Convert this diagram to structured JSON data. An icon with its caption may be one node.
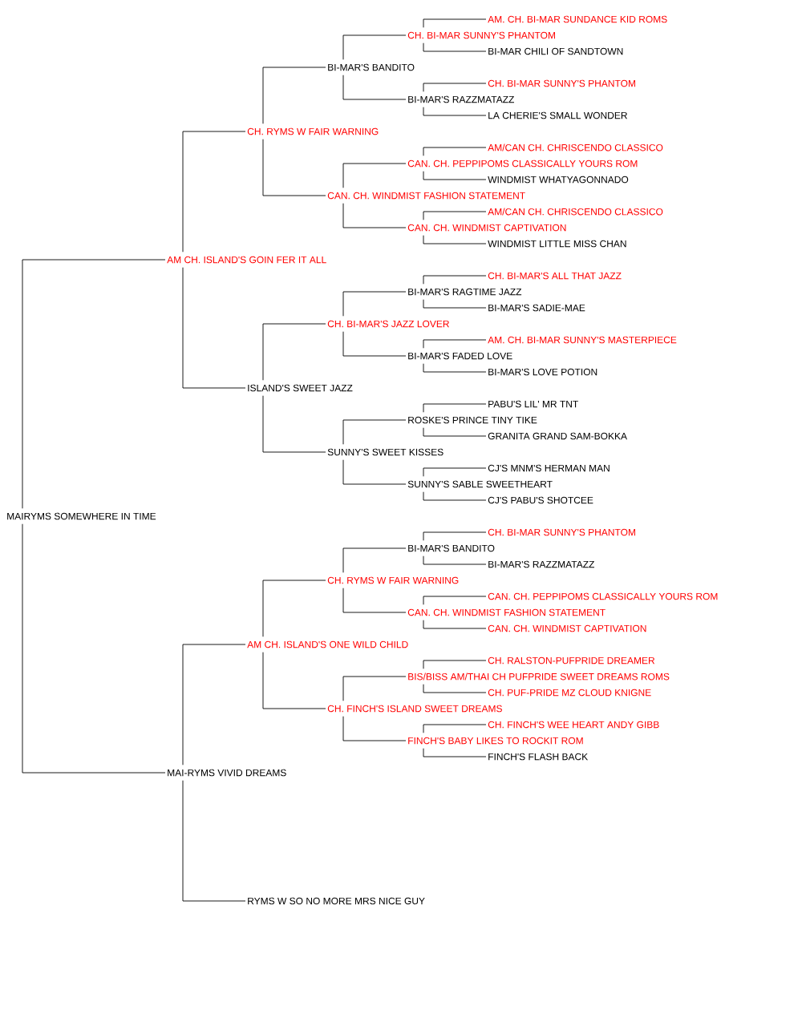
{
  "diagram": {
    "nodes": [
      {
        "text": [
          "AM. CH. BI-MAR SUNDANCE KID ROMS"
        ]
      },
      {
        "text": [
          "CH. BI-MAR SUNNY'S PHANTOM"
        ]
      },
      {
        "text": [
          "BI-MAR CHILI OF SANDTOWN"
        ]
      },
      {
        "text": [
          "BI-MAR'S BANDITO"
        ]
      },
      {
        "text": [
          "CH. BI-MAR SUNNY'S PHANTOM"
        ]
      },
      {
        "text": [
          "BI-MAR'S RAZZMATAZZ"
        ]
      },
      {
        "text": [
          "LA CHERIE'S SMALL WONDER"
        ]
      },
      {
        "text": [
          "CH. RYMS W FAIR WARNING"
        ]
      },
      {
        "text": [
          "AM/CAN CH. CHRISCENDO CLASSICO"
        ]
      },
      {
        "text": [
          "CAN. CH. PEPPIPOMS CLASSICALLY YOURS ROM"
        ]
      },
      {
        "text": [
          "WINDMIST WHATYAGONNADO"
        ]
      },
      {
        "text": [
          "CAN. CH. WINDMIST FASHION STATEMENT"
        ]
      },
      {
        "text": [
          "AM/CAN CH. CHRISCENDO CLASSICO"
        ]
      },
      {
        "text": [
          "CAN. CH. WINDMIST CAPTIVATION"
        ]
      },
      {
        "text": [
          "WINDMIST LITTLE MISS CHAN"
        ]
      },
      {
        "text": [
          "AM CH. ISLAND'S GOIN FER IT ALL"
        ]
      },
      {
        "text": [
          "CH. BI-MAR'S ALL THAT JAZZ"
        ]
      },
      {
        "text": [
          "BI-MAR'S RAGTIME JAZZ"
        ]
      },
      {
        "text": [
          "BI-MAR'S SADIE-MAE"
        ]
      },
      {
        "text": [
          "CH. BI-MAR'S JAZZ LOVER"
        ]
      },
      {
        "text": [
          "AM. CH. BI-MAR SUNNY'S MASTERPIECE"
        ]
      },
      {
        "text": [
          "BI-MAR'S FADED LOVE"
        ]
      },
      {
        "text": [
          "BI-MAR'S LOVE POTION"
        ]
      },
      {
        "text": [
          "ISLAND'S SWEET JAZZ"
        ]
      },
      {
        "text": [
          "PABU'S LIL' MR TNT"
        ]
      },
      {
        "text": [
          "ROSKE'S PRINCE TINY TIKE"
        ]
      },
      {
        "text": [
          "GRANITA GRAND SAM-BOKKA"
        ]
      },
      {
        "text": [
          "SUNNY'S SWEET KISSES"
        ]
      },
      {
        "text": [
          "CJ'S MNM'S HERMAN MAN"
        ]
      },
      {
        "text": [
          "SUNNY'S SABLE SWEETHEART"
        ]
      },
      {
        "text": [
          "CJ'S PABU'S SHOTCEE"
        ]
      },
      {
        "text": [
          "MAIRYMS SOMEWHERE IN TIME"
        ]
      },
      {
        "text": [
          "CH. BI-MAR SUNNY'S PHANTOM"
        ]
      },
      {
        "text": [
          "BI-MAR'S BANDITO"
        ]
      },
      {
        "text": [
          "BI-MAR'S RAZZMATAZZ"
        ]
      },
      {
        "text": [
          "CH. RYMS W FAIR WARNING"
        ]
      },
      {
        "text": [
          "CAN. CH. PEPPIPOMS CLASSICALLY YOURS ROM"
        ]
      },
      {
        "text": [
          "CAN. CH. WINDMIST FASHION STATEMENT"
        ]
      },
      {
        "text": [
          "CAN. CH. WINDMIST CAPTIVATION"
        ]
      },
      {
        "text": [
          "AM CH. ISLAND'S ONE WILD CHILD"
        ]
      },
      {
        "text": [
          "CH. RALSTON-PUFPRIDE DREAMER"
        ]
      },
      {
        "text": [
          "BIS/BISS AM/THAI CH PUFPRIDE SWEET DREAMS ROMS"
        ]
      },
      {
        "text": [
          "CH. PUF-PRIDE MZ CLOUD KNIGNE"
        ]
      },
      {
        "text": [
          "CH. FINCH'S ISLAND SWEET DREAMS"
        ]
      },
      {
        "text": [
          "CH. FINCH'S WEE HEART ANDY GIBB"
        ]
      },
      {
        "text": [
          "FINCH'S BABY LIKES TO ROCKIT ROM"
        ]
      },
      {
        "text": [
          "FINCH'S FLASH BACK"
        ]
      },
      {
        "text": [
          "MAI-RYMS VIVID DREAMS"
        ]
      },
      {
        "text": [
          "RYMS W SO NO MORE MRS NICE GUY"
        ]
      }
    ],
    "edges": [
      {
        "from": 31,
        "to": 15,
        "arrow": "none"
      },
      {
        "from": 31,
        "to": 47,
        "arrow": "none"
      },
      {
        "from": 15,
        "to": 7,
        "arrow": "none"
      },
      {
        "from": 15,
        "to": 23,
        "arrow": "none"
      },
      {
        "from": 47,
        "to": 39,
        "arrow": "none"
      },
      {
        "from": 47,
        "to": 48,
        "arrow": "none"
      },
      {
        "from": 7,
        "to": 3,
        "arrow": "none"
      },
      {
        "from": 7,
        "to": 11,
        "arrow": "none"
      },
      {
        "from": 23,
        "to": 19,
        "arrow": "none"
      },
      {
        "from": 23,
        "to": 27,
        "arrow": "none"
      },
      {
        "from": 39,
        "to": 35,
        "arrow": "none"
      },
      {
        "from": 39,
        "to": 43,
        "arrow": "none"
      },
      {
        "from": 3,
        "to": 1,
        "arrow": "none"
      },
      {
        "from": 3,
        "to": 5,
        "arrow": "none"
      },
      {
        "from": 11,
        "to": 9,
        "arrow": "none"
      },
      {
        "from": 11,
        "to": 13,
        "arrow": "none"
      },
      {
        "from": 19,
        "to": 17,
        "arrow": "none"
      },
      {
        "from": 19,
        "to": 21,
        "arrow": "none"
      },
      {
        "from": 27,
        "to": 25,
        "arrow": "none"
      },
      {
        "from": 27,
        "to": 29,
        "arrow": "none"
      },
      {
        "from": 35,
        "to": 33,
        "arrow": "none"
      },
      {
        "from": 35,
        "to": 37,
        "arrow": "none"
      },
      {
        "from": 43,
        "to": 41,
        "arrow": "none"
      },
      {
        "from": 43,
        "to": 45,
        "arrow": "none"
      },
      {
        "from": 1,
        "to": 0,
        "arrow": "none"
      },
      {
        "from": 1,
        "to": 2,
        "arrow": "none"
      },
      {
        "from": 5,
        "to": 4,
        "arrow": "none"
      },
      {
        "from": 5,
        "to": 6,
        "arrow": "none"
      },
      {
        "from": 9,
        "to": 8,
        "arrow": "none"
      },
      {
        "from": 9,
        "to": 10,
        "arrow": "none"
      },
      {
        "from": 13,
        "to": 12,
        "arrow": "none"
      },
      {
        "from": 13,
        "to": 14,
        "arrow": "none"
      },
      {
        "from": 17,
        "to": 16,
        "arrow": "none"
      },
      {
        "from": 17,
        "to": 18,
        "arrow": "none"
      },
      {
        "from": 21,
        "to": 20,
        "arrow": "none"
      },
      {
        "from": 21,
        "to": 22,
        "arrow": "none"
      },
      {
        "from": 25,
        "to": 24,
        "arrow": "none"
      },
      {
        "from": 25,
        "to": 26,
        "arrow": "none"
      },
      {
        "from": 29,
        "to": 28,
        "arrow": "none"
      },
      {
        "from": 29,
        "to": 30,
        "arrow": "none"
      },
      {
        "from": 33,
        "to": 32,
        "arrow": "none"
      },
      {
        "from": 33,
        "to": 34,
        "arrow": "none"
      },
      {
        "from": 37,
        "to": 36,
        "arrow": "none"
      },
      {
        "from": 37,
        "to": 38,
        "arrow": "none"
      },
      {
        "from": 41,
        "to": 40,
        "arrow": "none"
      },
      {
        "from": 41,
        "to": 42,
        "arrow": "none"
      },
      {
        "from": 45,
        "to": 44,
        "arrow": "none"
      },
      {
        "from": 45,
        "to": 46,
        "arrow": "none"
      }
    ]
  }
}
